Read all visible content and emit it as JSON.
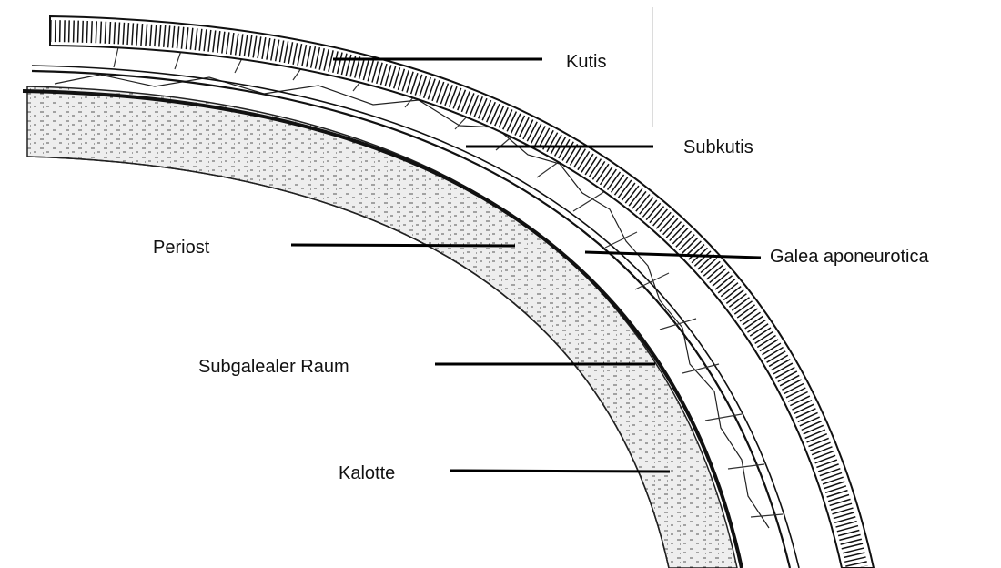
{
  "labels": {
    "kutis": "Kutis",
    "subkutis": "Subkutis",
    "galea": "Galea aponeurotica",
    "periost": "Periost",
    "subgaleal": "Subgalealer Raum",
    "kalotte": "Kalotte"
  },
  "colors": {
    "ink": "#111111",
    "bone_fill": "#eeeeee",
    "background": "#ffffff"
  }
}
